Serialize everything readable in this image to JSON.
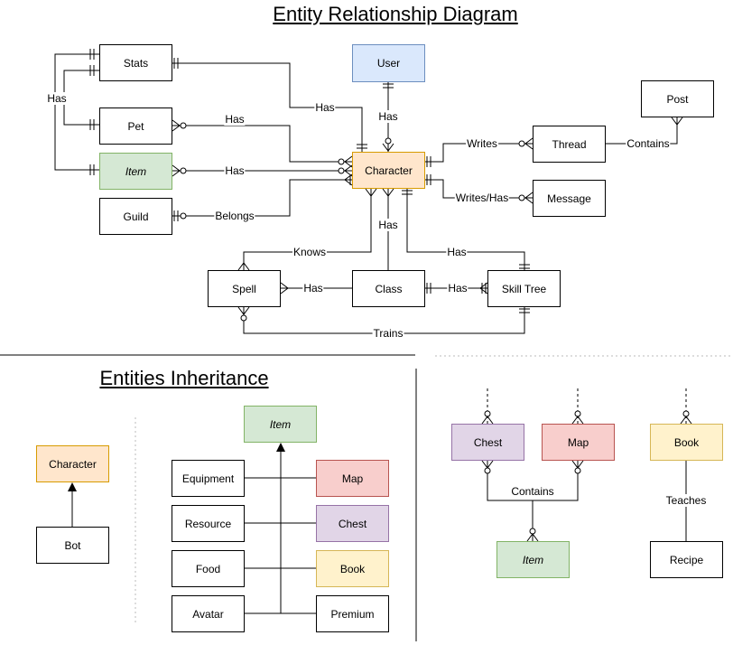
{
  "titles": {
    "erd": "Entity Relationship Diagram",
    "inheritance": "Entities Inheritance"
  },
  "entities": {
    "stats": "Stats",
    "pet": "Pet",
    "item": "Item",
    "guild": "Guild",
    "user": "User",
    "character": "Character",
    "post": "Post",
    "thread": "Thread",
    "message": "Message",
    "spell": "Spell",
    "class": "Class",
    "skill_tree": "Skill Tree"
  },
  "relations": {
    "has_left": "Has",
    "has_stats": "Has",
    "has_pet": "Has",
    "has_item": "Has",
    "belongs": "Belongs",
    "has_user": "Has",
    "writes": "Writes",
    "writes_has": "Writes/Has",
    "contains_post": "Contains",
    "knows": "Knows",
    "has_class": "Has",
    "has_skill": "Has",
    "spell_class": "Has",
    "class_skill": "Has",
    "trains": "Trains"
  },
  "inheritance": {
    "character": "Character",
    "bot": "Bot",
    "item": "Item",
    "equipment": "Equipment",
    "resource": "Resource",
    "food": "Food",
    "avatar": "Avatar",
    "map": "Map",
    "chest": "Chest",
    "book": "Book",
    "premium": "Premium"
  },
  "containment": {
    "chest": "Chest",
    "map": "Map",
    "item": "Item",
    "contains": "Contains",
    "book": "Book",
    "recipe": "Recipe",
    "teaches": "Teaches"
  },
  "colors": {
    "blue": "#dae8fc",
    "orange": "#ffe6cc",
    "green": "#d5e8d4",
    "red": "#f8cecc",
    "purple": "#e1d5e7",
    "yellow": "#fff2cc"
  }
}
